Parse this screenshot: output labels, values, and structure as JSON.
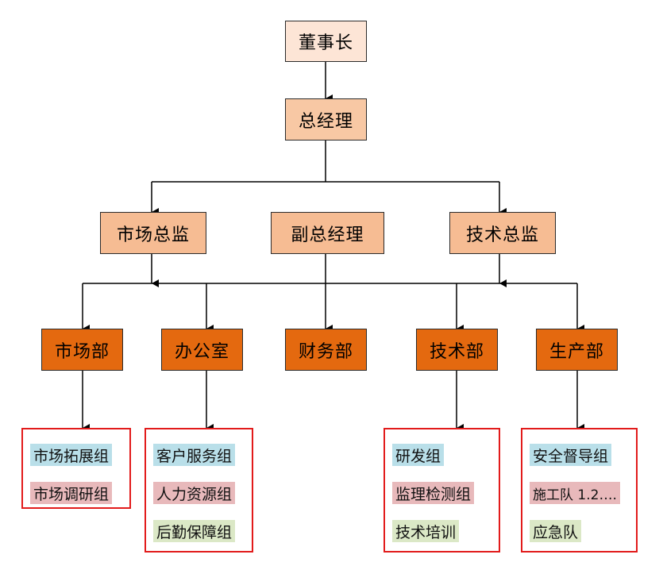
{
  "palette": {
    "level0": "#fde5d6",
    "level1": "#f8c8a4",
    "level2": "#f6bc93",
    "department": "#e4690f",
    "group_border": "#e21b1b",
    "tag_blue": "#b9dfe9",
    "tag_pink": "#e8b9bb",
    "tag_green": "#dbe8c6"
  },
  "org": {
    "chairman": "董事长",
    "general_manager": "总经理",
    "directors": {
      "marketing": "市场总监",
      "deputy": "副总经理",
      "technical": "技术总监"
    },
    "departments": {
      "market": "市场部",
      "office": "办公室",
      "finance": "财务部",
      "tech": "技术部",
      "production": "生产部"
    },
    "groups": {
      "market": [
        "市场拓展组",
        "市场调研组"
      ],
      "office": [
        "客户服务组",
        "人力资源组",
        "后勤保障组"
      ],
      "tech": [
        "研发组",
        "监理检测组",
        "技术培训"
      ],
      "production": [
        "安全督导组",
        "施工队 1.2….",
        "应急队"
      ]
    }
  }
}
